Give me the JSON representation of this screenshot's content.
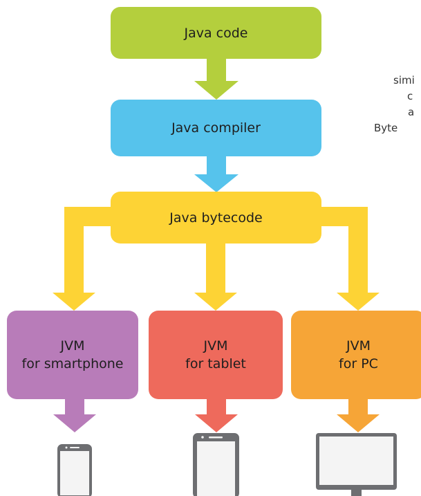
{
  "colors": {
    "code": "#b4cf3d",
    "compiler": "#56c3ec",
    "bytecode": "#fdd335",
    "smartphone": "#b87cb9",
    "tablet": "#ee6a5c",
    "pc": "#f6a537",
    "device_frame": "#6d6e71",
    "device_screen": "#f4f4f4"
  },
  "steps": {
    "code": "Java code",
    "compiler": "Java compiler",
    "bytecode": "Java bytecode"
  },
  "jvms": [
    {
      "line1": "JVM",
      "line2": "for smartphone",
      "device_icon": "smartphone-icon"
    },
    {
      "line1": "JVM",
      "line2": "for tablet",
      "device_icon": "tablet-icon"
    },
    {
      "line1": "JVM",
      "line2": "for PC",
      "device_icon": "monitor-icon"
    }
  ],
  "side_note": [
    "simi",
    "c",
    "a",
    "Byte"
  ]
}
